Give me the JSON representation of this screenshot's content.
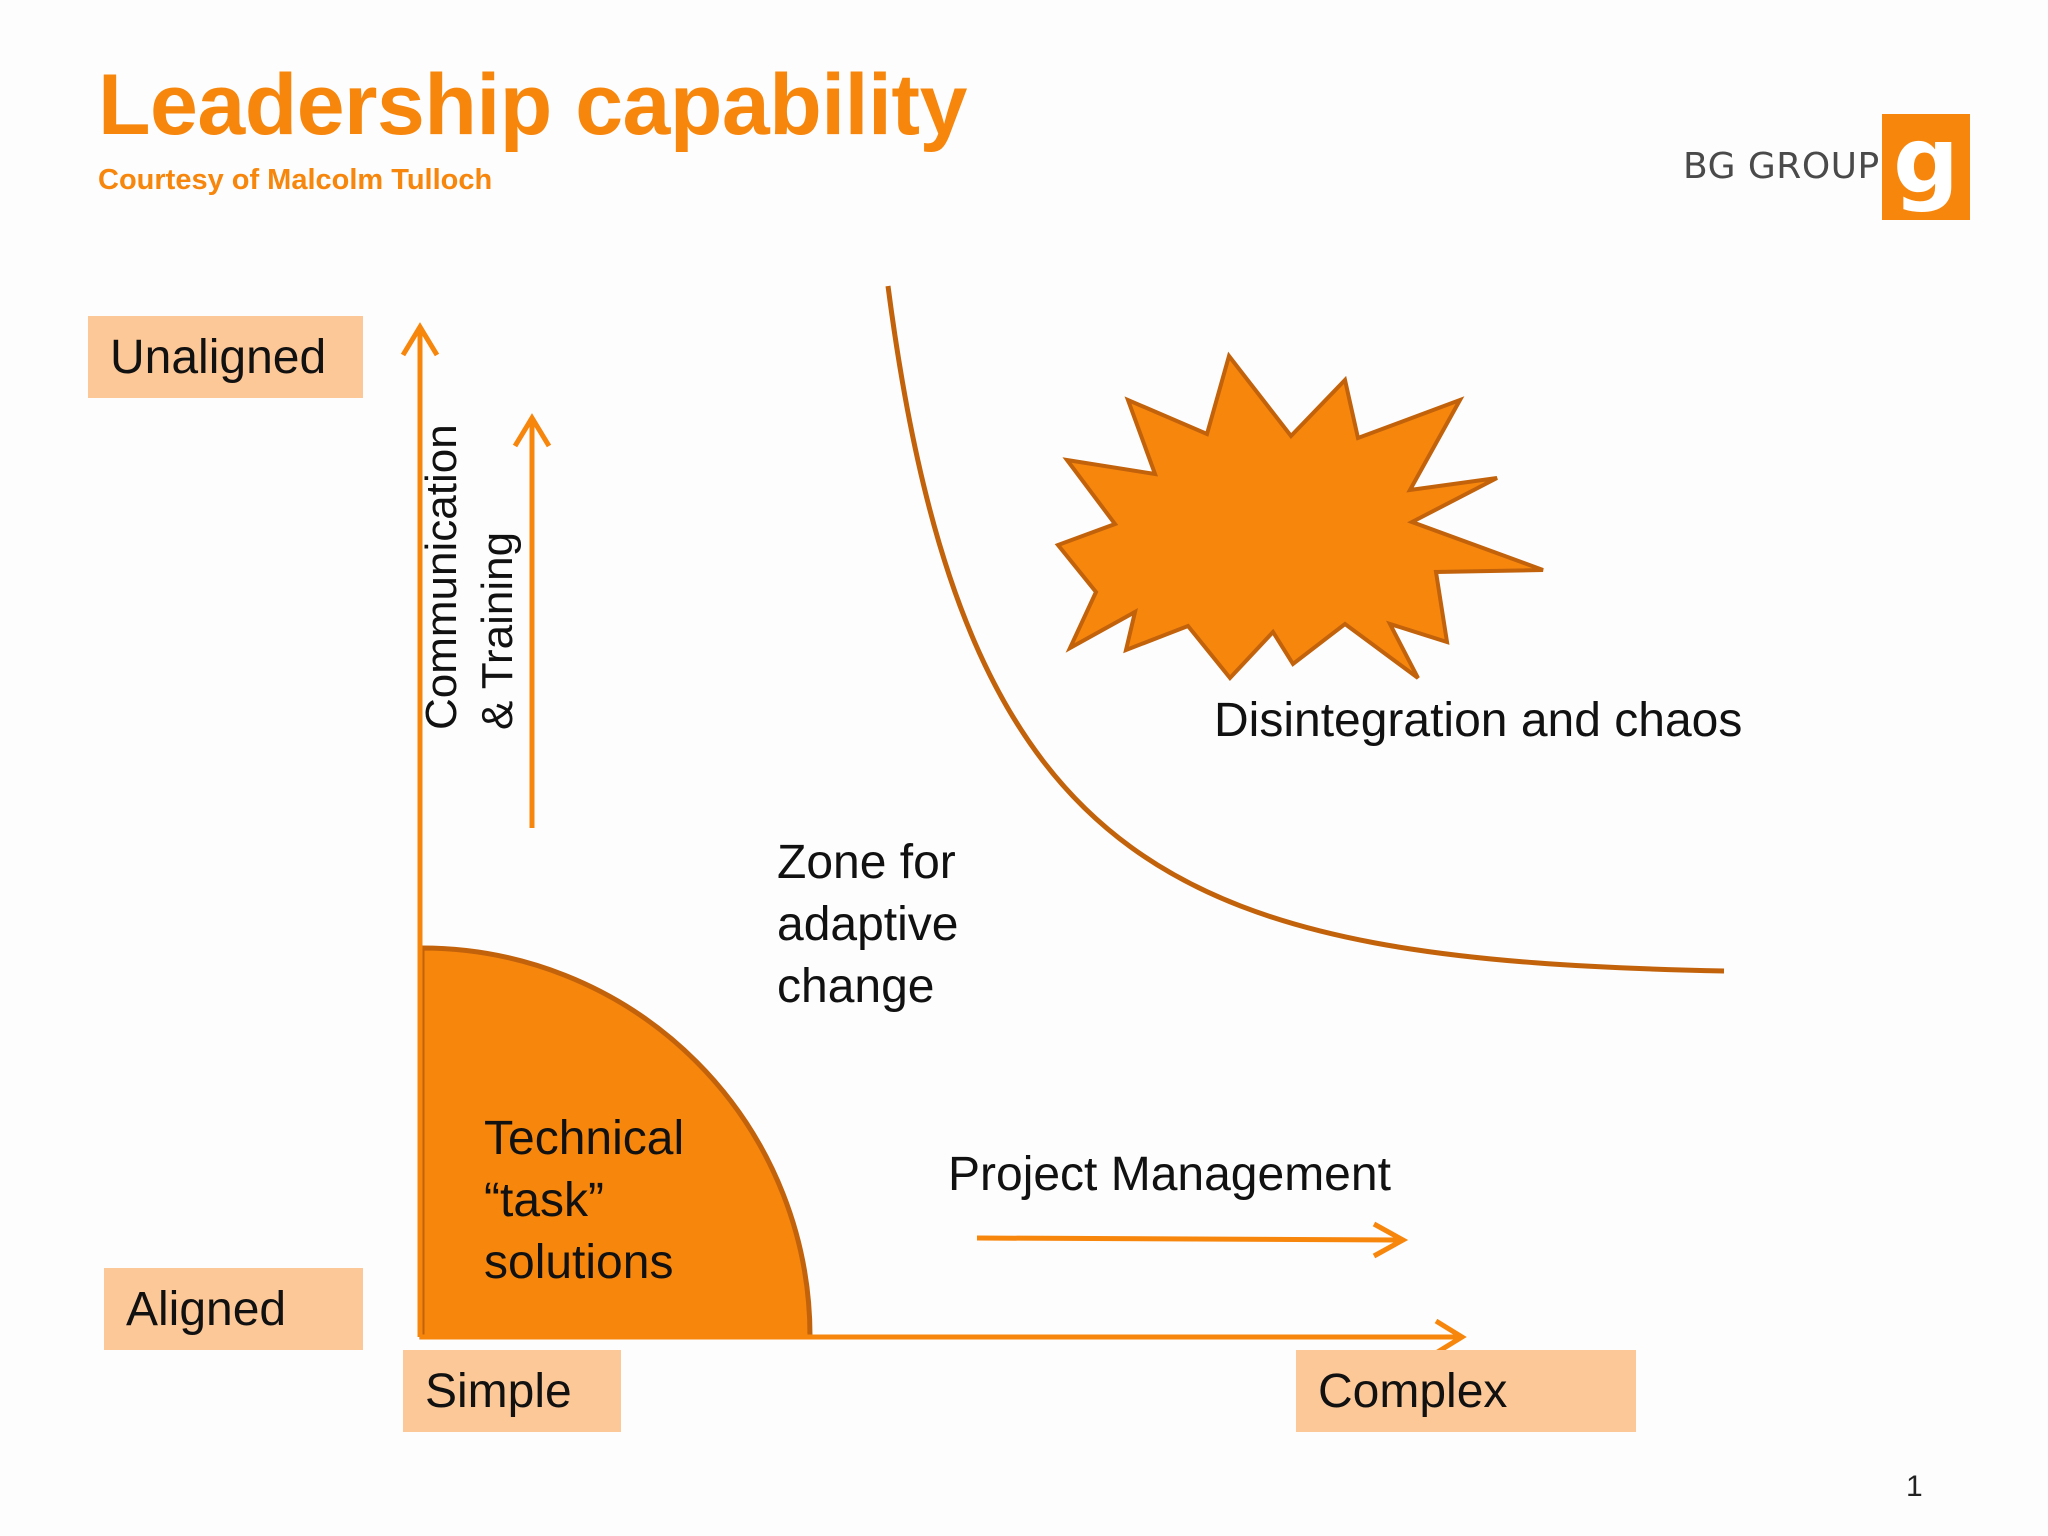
{
  "slide": {
    "title": "Leadership capability",
    "subtitle": "Courtesy of Malcolm Tulloch",
    "page_number": "1"
  },
  "logo": {
    "text": "BG GROUP",
    "mark": "g",
    "color": "#f7860d"
  },
  "axes": {
    "y_top": "Unaligned",
    "y_bottom": "Aligned",
    "x_left": "Simple",
    "x_right": "Complex"
  },
  "arrows": {
    "vertical_label": "Communication\n& Training",
    "horizontal_label": "Project Management"
  },
  "zones": {
    "inner": "Technical\n“task”\nsolutions",
    "middle": "Zone for\nadaptive\nchange",
    "outer": "Disintegration and chaos"
  },
  "colors": {
    "accent": "#f7860d",
    "accent_dark": "#c2620b",
    "tag_fill": "#fdc898"
  }
}
